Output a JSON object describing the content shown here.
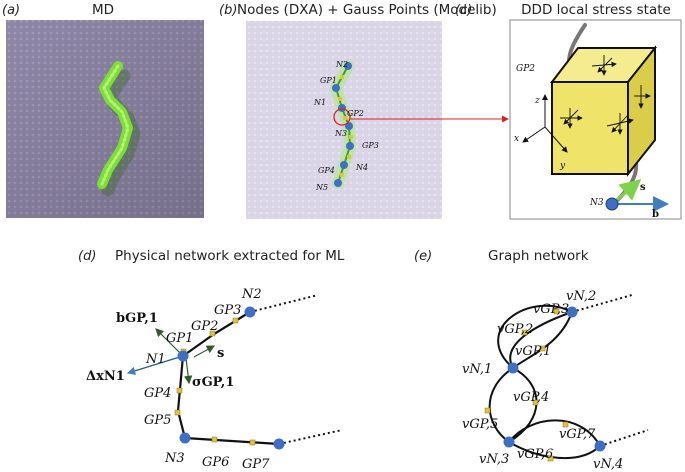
{
  "panels": {
    "a": {
      "letter": "(a)",
      "title": "MD"
    },
    "b": {
      "letter": "(b)",
      "title": "Nodes (DXA) + Gauss Points (Modelib)",
      "labels": [
        "N2",
        "GP1",
        "N1",
        "GP2",
        "N3",
        "GP3",
        "GP4",
        "N4",
        "N5"
      ]
    },
    "c": {
      "letter": "(c)",
      "title": "DDD local stress state",
      "labels": {
        "gp": "GP2",
        "z": "z",
        "x": "x",
        "y": "y",
        "n": "N3",
        "s": "s",
        "b": "b"
      }
    },
    "d": {
      "letter": "(d)",
      "title": "Physical network extracted for ML",
      "labels": {
        "n2": "N2",
        "gp3": "GP3",
        "gp2": "GP2",
        "gp1": "GP1",
        "b": "bGP,1",
        "n1": "N1",
        "s": "s",
        "dx": "ΔxN1",
        "sigma": "σGP,1",
        "gp4": "GP4",
        "gp5": "GP5",
        "n3": "N3",
        "gp6": "GP6",
        "gp7": "GP7"
      }
    },
    "e": {
      "letter": "(e)",
      "title": "Graph network",
      "labels": {
        "vn2": "vN,2",
        "vgp3": "vGP,3",
        "vgp2": "vGP,2",
        "vgp1": "vGP,1",
        "vn1": "vN,1",
        "vgp4": "vGP,4",
        "vgp5": "vGP,5",
        "vn3": "vN,3",
        "vgp6": "vGP,6",
        "vgp7": "vGP,7",
        "vn4": "vN,4"
      }
    }
  },
  "colors": {
    "node_blue": "#3f6fc4",
    "gauss_yellow": "#e2c23a",
    "cube_yellow": "#efe36a",
    "arrow_green": "#2f5d2a",
    "arrow_blue": "#3f7fc0",
    "md_green": "#7be034",
    "md_bg": "#8f87a8",
    "red": "#e02020"
  }
}
